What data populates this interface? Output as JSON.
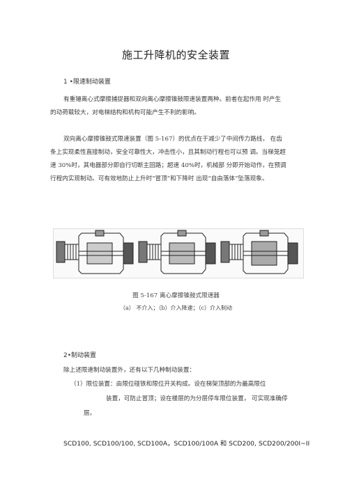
{
  "title": "施工升降机的安全装置",
  "section1": {
    "heading": "1 •限速制动装置",
    "para1_l1": "有重锤离心式摩擦捕捉器和双向离心摩擦锥鼓限速装置两种。前者在起作用  时产生",
    "para1_l2": "的动荷载较大，对电梯结构和机构可能产生不利的影响。",
    "para2_l1": "双向离心摩擦锥鼓式限速装置（图 5-167）的优点在于减少了中间传力路线，  在齿",
    "para2_l2": "条上实现柔性直接制动，安全可靠性大，冲击性小，且其制动行程也可以预  调。当梯笼超",
    "para2_l3": "速 30%时，其电器部分即自行切断主回路；超速  40%时，机械部  分即开始动作，在预调",
    "para2_l4": "行程内实现制动。可有效地防止上升时“冒顶”和下降时  出现“自由落体”坠落现象。"
  },
  "figure": {
    "caption": "图 5-167 离心摩擦锥鼓式限速器",
    "subcaption": "（a）  不介入；（b）介入降速；（c）介入制动"
  },
  "section2": {
    "heading": "2•制动装置",
    "intro": "除上述限速制动装置外，还有以下几种制动装置：",
    "item1_l1": "（1）限位装置：由限位碰铁和限位开关构成。设在梯架顶部的为最高限位",
    "item1_l2": "装置，可防止冒顶；设在楼层的为分层停车限位装置，  可实现准确停",
    "item1_l3": "层。"
  },
  "bottom_line": "SCD100, SCD100/100, SCD100A，SCD100/100A 和 SCD200, SCD200/200I~II"
}
